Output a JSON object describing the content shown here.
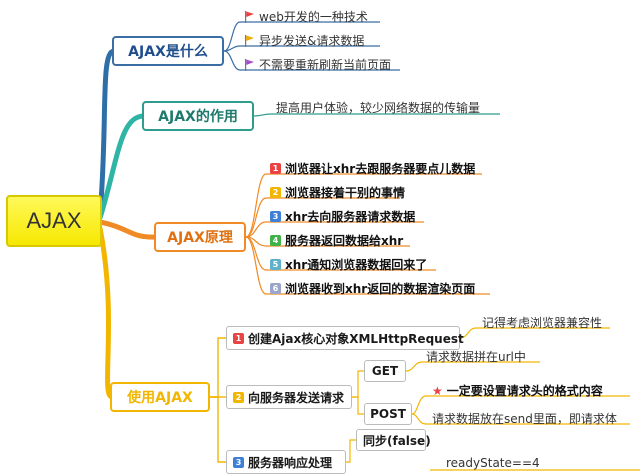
{
  "root": {
    "label": "AJAX"
  },
  "topic1": {
    "label": "AJAX是什么",
    "items": [
      {
        "text": "web开发的一种技术",
        "flag": "red"
      },
      {
        "text": "异步发送&请求数据",
        "flag": "orange"
      },
      {
        "text": "不需要重新刷新当前页面",
        "flag": "purple"
      }
    ]
  },
  "topic2": {
    "label": "AJAX的作用",
    "items": [
      {
        "text": "提高用户体验，较少网络数据的传输量"
      }
    ]
  },
  "topic3": {
    "label": "AJAX原理",
    "items": [
      {
        "n": "1",
        "text": "浏览器让xhr去跟服务器要点儿数据"
      },
      {
        "n": "2",
        "text": "浏览器接着干别的事情"
      },
      {
        "n": "3",
        "text": "xhr去向服务器请求数据"
      },
      {
        "n": "4",
        "text": "服务器返回数据给xhr"
      },
      {
        "n": "5",
        "text": "xhr通知浏览器数据回来了"
      },
      {
        "n": "6",
        "text": "浏览器收到xhr返回的数据渲染页面"
      }
    ]
  },
  "topic4": {
    "label": "使用AJAX",
    "step1": {
      "n": "1",
      "text": "创建Ajax核心对象XMLHttpRequest",
      "note": "记得考虑浏览器兼容性"
    },
    "step2": {
      "n": "2",
      "text": "向服务器发送请求",
      "get": {
        "label": "GET",
        "note": "请求数据拼在url中"
      },
      "post": {
        "label": "POST",
        "note_star": "一定要设置请求头的格式内容",
        "note": "请求数据放在send里面，即请求体"
      }
    },
    "step3": {
      "n": "3",
      "text": "服务器响应处理",
      "sync": {
        "label": "同步(false)"
      },
      "ready": {
        "text": "readyState==4"
      }
    }
  },
  "colors": {
    "topic1": "#3b6ea5",
    "topic2": "#2f9c8e",
    "topic3": "#f08a24",
    "topic4": "#f2b600",
    "flag_red": "#e94343",
    "flag_orange": "#f2a900",
    "flag_purple": "#a44fd0"
  }
}
